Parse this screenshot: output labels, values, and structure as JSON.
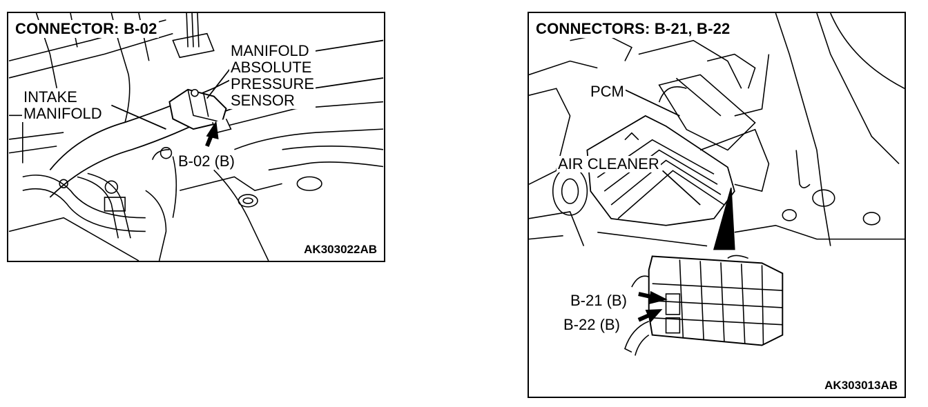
{
  "left_panel": {
    "title": "CONNECTOR: B-02",
    "labels": {
      "intake_manifold": [
        "INTAKE",
        "MANIFOLD"
      ],
      "map_sensor": [
        "MANIFOLD",
        "ABSOLUTE",
        "PRESSURE",
        "SENSOR"
      ],
      "connector": "B-02 (B)"
    },
    "figure_code": "AK303022AB"
  },
  "right_panel": {
    "title": "CONNECTORS: B-21, B-22",
    "labels": {
      "pcm": "PCM",
      "air_cleaner": "AIR CLEANER",
      "connector_b21": "B-21 (B)",
      "connector_b22": "B-22 (B)"
    },
    "figure_code": "AK303013AB"
  },
  "colors": {
    "line": "#000000",
    "background": "#ffffff"
  }
}
